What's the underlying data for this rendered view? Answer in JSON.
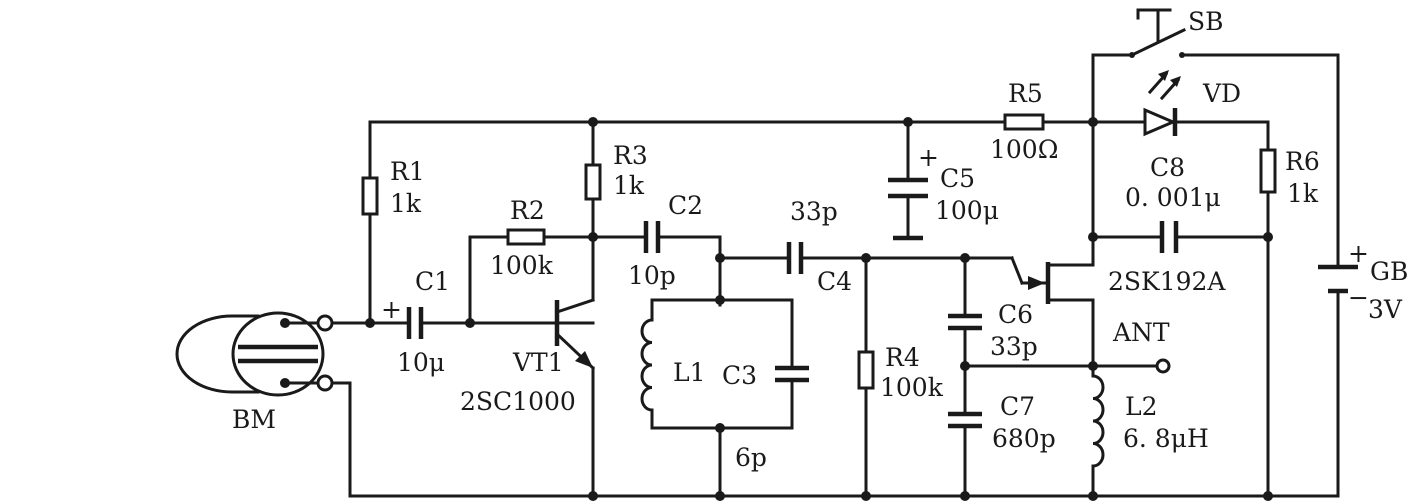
{
  "labels": {
    "SB": "SB",
    "VD": "VD",
    "R5": "R5",
    "R5v": "100Ω",
    "R1": "R1",
    "R1v": "1k",
    "R3": "R3",
    "R3v": "1k",
    "C2": "C2",
    "C2v": "10p",
    "C4a": "33p",
    "C4": "C4",
    "C5": "C5",
    "C5v": "100μ",
    "C8": "C8",
    "C8v": "0. 001μ",
    "R6": "R6",
    "R6v": "1k",
    "R2": "R2",
    "R2v": "100k",
    "C1": "C1",
    "C1v": "10μ",
    "VT1": "VT1",
    "VT1v": "2SC1000",
    "L1": "L1",
    "C3": "C3",
    "C3v": "6p",
    "R4": "R4",
    "R4v": "100k",
    "C6": "C6",
    "C6v": "33p",
    "FET": "2SK192A",
    "ANT": "ANT",
    "C7": "C7",
    "C7v": "680p",
    "L2": "L2",
    "L2v": "6. 8μH",
    "GB": "GB",
    "GBv": "3V",
    "BM": "BM",
    "plus": "+",
    "minus": "−"
  }
}
